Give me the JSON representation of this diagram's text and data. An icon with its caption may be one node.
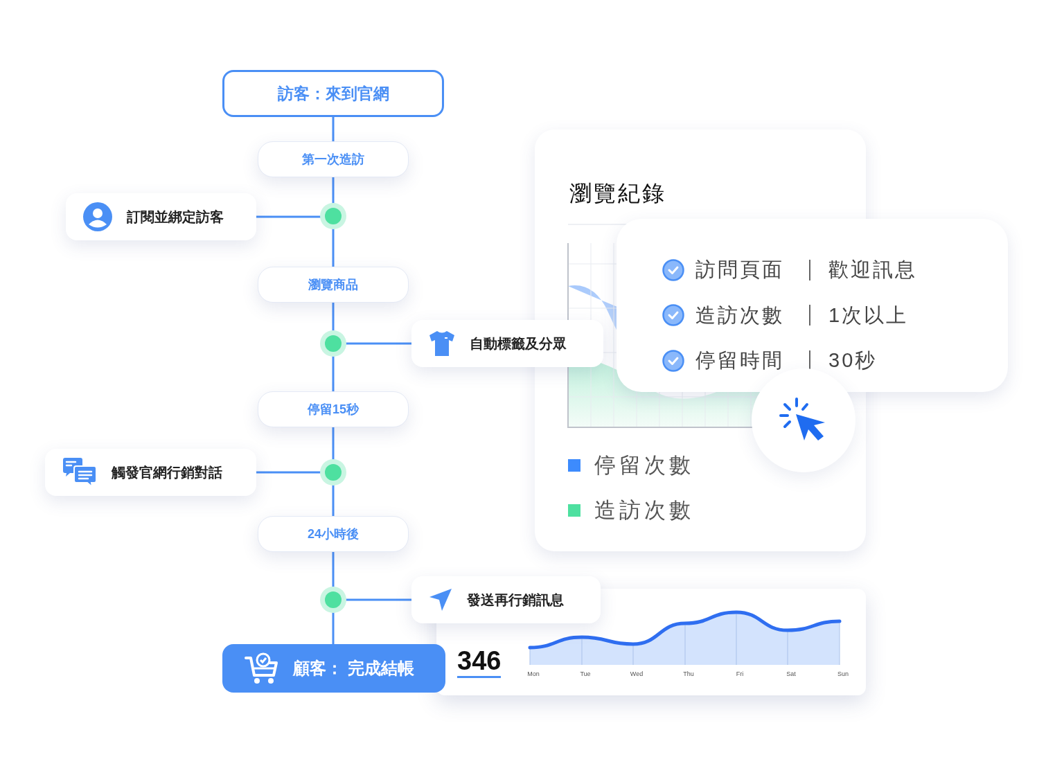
{
  "diagram": {
    "nodes": [
      {
        "text": [
          "訪客：來到官網"
        ]
      },
      {
        "text": [
          "第一次造訪"
        ]
      },
      {
        "text": [],
        "shape": "circle"
      },
      {
        "text": [
          "訂閱並綁定訪客"
        ]
      },
      {
        "text": [
          "瀏覽商品"
        ]
      },
      {
        "text": [],
        "shape": "circle"
      },
      {
        "text": [
          "自動標籤及分眾"
        ]
      },
      {
        "text": [
          "停留15秒"
        ]
      },
      {
        "text": [],
        "shape": "circle"
      },
      {
        "text": [
          "觸發官網行銷對話"
        ]
      },
      {
        "text": [
          "24小時後"
        ]
      },
      {
        "text": [],
        "shape": "circle"
      },
      {
        "text": [
          "發送再行銷訊息"
        ]
      },
      {
        "text": [
          "顧客： 完成結帳"
        ]
      },
      {
        "text": [
          "瀏覽紀錄"
        ]
      },
      {
        "text": [
          "訪問頁面",
          "歡迎訊息",
          "造訪次數",
          "1次以上",
          "停留時間",
          "30秒"
        ]
      }
    ],
    "edges": [
      {
        "from": 0,
        "to": 1,
        "arrow": "none"
      },
      {
        "from": 1,
        "to": 2,
        "arrow": "none"
      },
      {
        "from": 2,
        "to": 4,
        "arrow": "none"
      },
      {
        "from": 3,
        "to": 2,
        "arrow": "none"
      },
      {
        "from": 4,
        "to": 5,
        "arrow": "none"
      },
      {
        "from": 5,
        "to": 6,
        "arrow": "none"
      },
      {
        "from": 5,
        "to": 7,
        "arrow": "none"
      },
      {
        "from": 7,
        "to": 8,
        "arrow": "none"
      },
      {
        "from": 9,
        "to": 8,
        "arrow": "none"
      },
      {
        "from": 8,
        "to": 10,
        "arrow": "none"
      },
      {
        "from": 10,
        "to": 11,
        "arrow": "none"
      },
      {
        "from": 11,
        "to": 12,
        "arrow": "none"
      },
      {
        "from": 11,
        "to": 13,
        "arrow": "none"
      }
    ],
    "labels": [
      "346",
      "Mon",
      "Tue",
      "Wed",
      "Thu",
      "Fri",
      "Sat",
      "Sun"
    ],
    "legend": [
      {
        "text": "停留次數",
        "color": "#3d8bfd"
      },
      {
        "text": "造訪次數",
        "color": "#4ee0a0"
      }
    ]
  }
}
